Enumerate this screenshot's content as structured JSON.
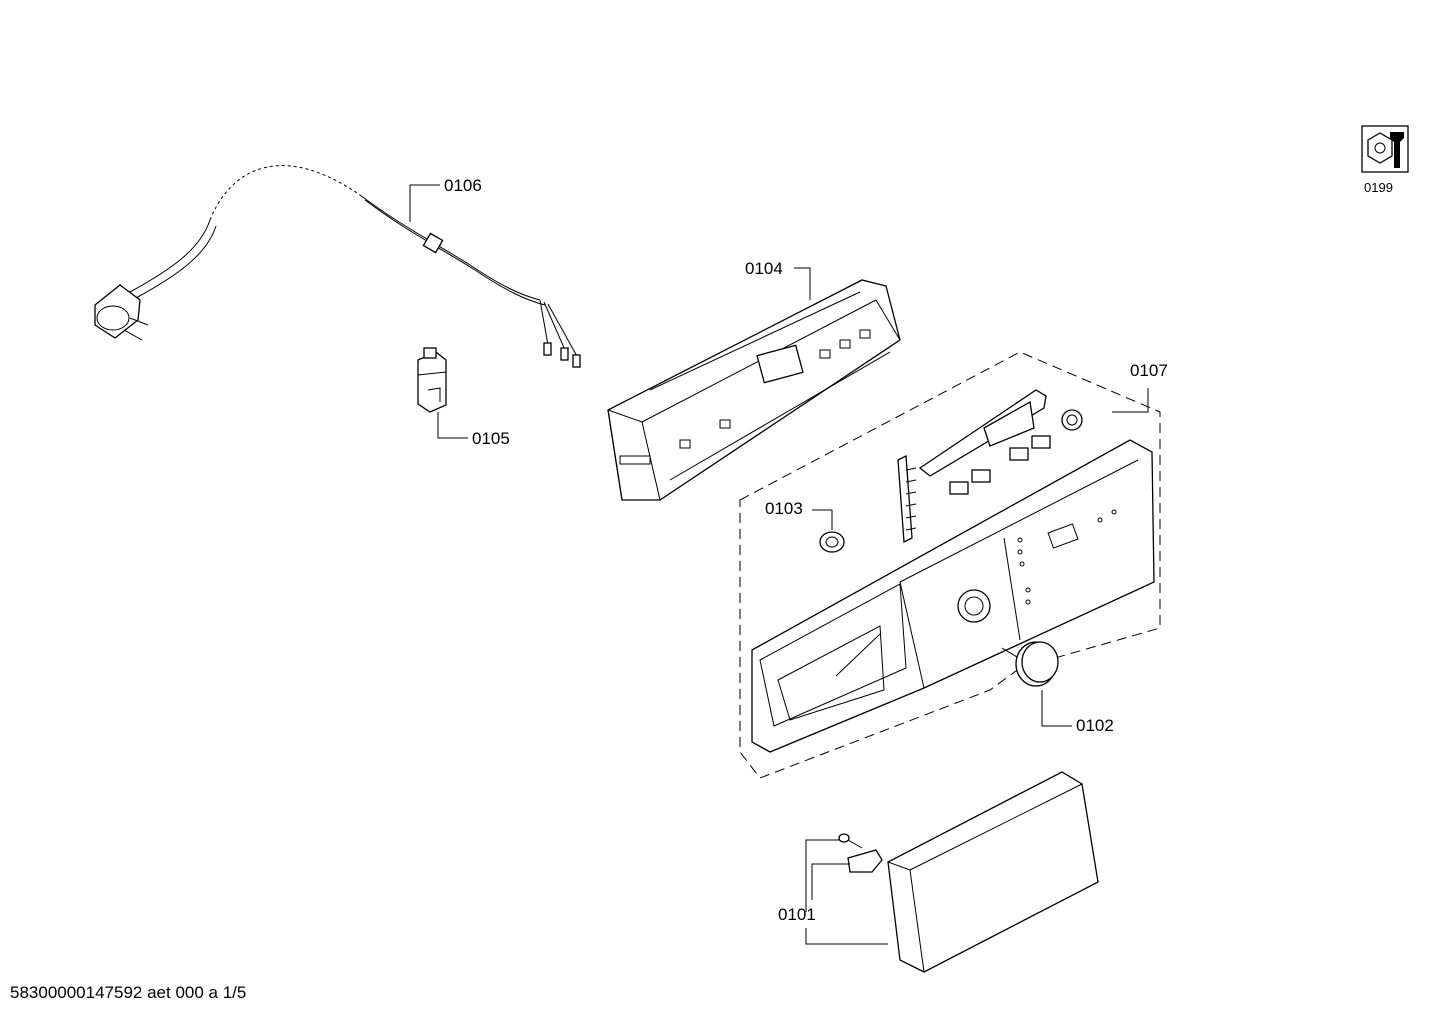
{
  "callouts": {
    "c0101": "0101",
    "c0102": "0102",
    "c0103": "0103",
    "c0104": "0104",
    "c0105": "0105",
    "c0106": "0106",
    "c0107": "0107",
    "c0199": "0199"
  },
  "footer": {
    "document_code": "58300000147592 aet 000 a 1/5"
  },
  "icons": {
    "service_tools": "service-tools-icon"
  }
}
